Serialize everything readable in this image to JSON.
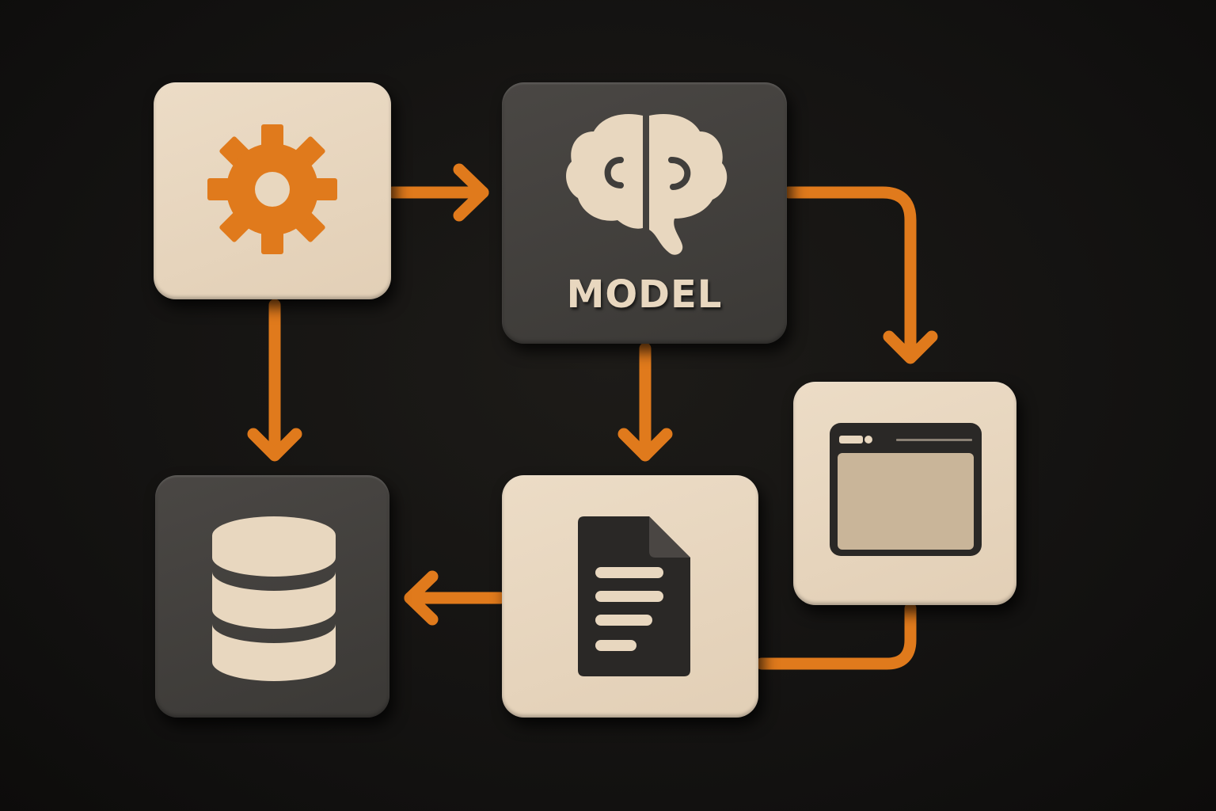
{
  "colors": {
    "background": "#141311",
    "connector": "#e07a1c",
    "tile_light": "#e8d7bf",
    "tile_dark": "#403e3b",
    "icon_dark": "#2a2826",
    "icon_light": "#e8d7bf",
    "gear": "#e07a1c"
  },
  "nodes": {
    "config": {
      "icon": "gear-icon"
    },
    "model": {
      "icon": "brain-icon",
      "label": "MODEL"
    },
    "window": {
      "icon": "browser-window-icon"
    },
    "document": {
      "icon": "document-icon"
    },
    "database": {
      "icon": "database-icon"
    }
  },
  "edges": [
    {
      "from": "config",
      "to": "model"
    },
    {
      "from": "config",
      "to": "database"
    },
    {
      "from": "model",
      "to": "document"
    },
    {
      "from": "model",
      "to": "window"
    },
    {
      "from": "window",
      "to": "document"
    },
    {
      "from": "document",
      "to": "database"
    }
  ]
}
